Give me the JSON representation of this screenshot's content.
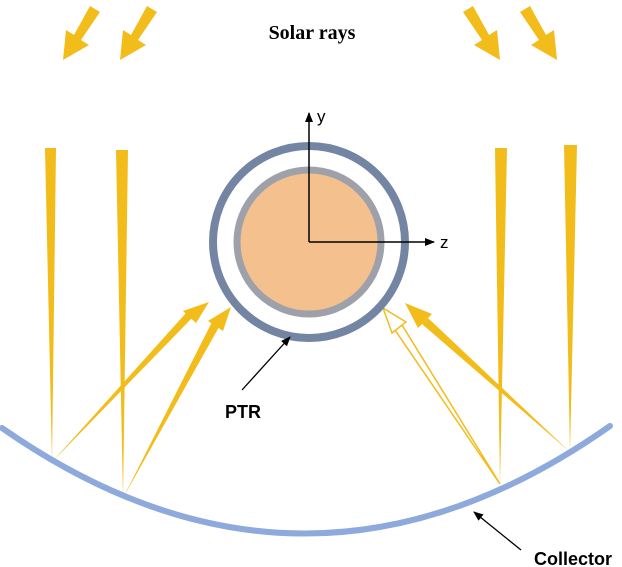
{
  "title": "Solar rays",
  "labels": {
    "receiver": "PTR",
    "collector": "Collector",
    "axis_y": "y",
    "axis_z": "z"
  },
  "colors": {
    "ray": "#F2BC1B",
    "collector": "#8EA9DB",
    "glass_envelope": "#7484A3",
    "absorber_tube": "#F4C18E",
    "absorber_edge": "#9EA1AA",
    "arrow": "#000000"
  }
}
